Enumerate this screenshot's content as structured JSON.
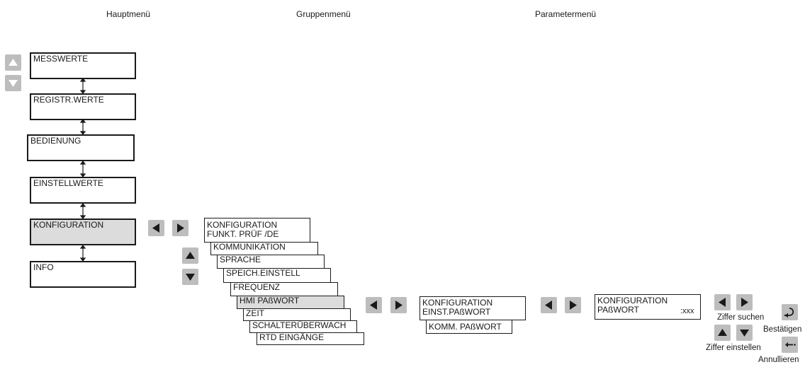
{
  "headers": {
    "main": "Hauptmenü",
    "group": "Gruppenmenü",
    "param": "Parametermenü"
  },
  "main_menu": [
    "MESSWERTE",
    "REGISTR.WERTE",
    "BEDIENUNG",
    "EINSTELLWERTE",
    "KONFIGURATION",
    "INFO"
  ],
  "group_menu": {
    "title": "KONFIGURATION",
    "items": [
      "FUNKT. PRÜF /DE",
      "KOMMUNIKATION",
      "SPRACHE",
      "SPEICH.EINSTELL",
      "FREQUENZ",
      "HMI PAßWORT",
      "ZEIT",
      "SCHALTERÜBERWACH",
      "RTD EINGÄNGE"
    ]
  },
  "param_menu": {
    "title": "KONFIGURATION",
    "items": [
      "EINST.PAßWORT",
      "KOMM. PAßWORT"
    ]
  },
  "setting": {
    "title": "KONFIGURATION",
    "name": "PAßWORT",
    "value": ":xxx"
  },
  "labels": {
    "find_digit": "Ziffer suchen",
    "set_digit": "Ziffer einstellen",
    "confirm": "Bestätigen",
    "cancel": "Annullieren"
  },
  "icons": {
    "up": "up-arrow-icon",
    "down": "down-arrow-icon",
    "left": "left-arrow-icon",
    "right": "right-arrow-icon",
    "enter": "enter-icon",
    "cancel": "back-icon"
  }
}
